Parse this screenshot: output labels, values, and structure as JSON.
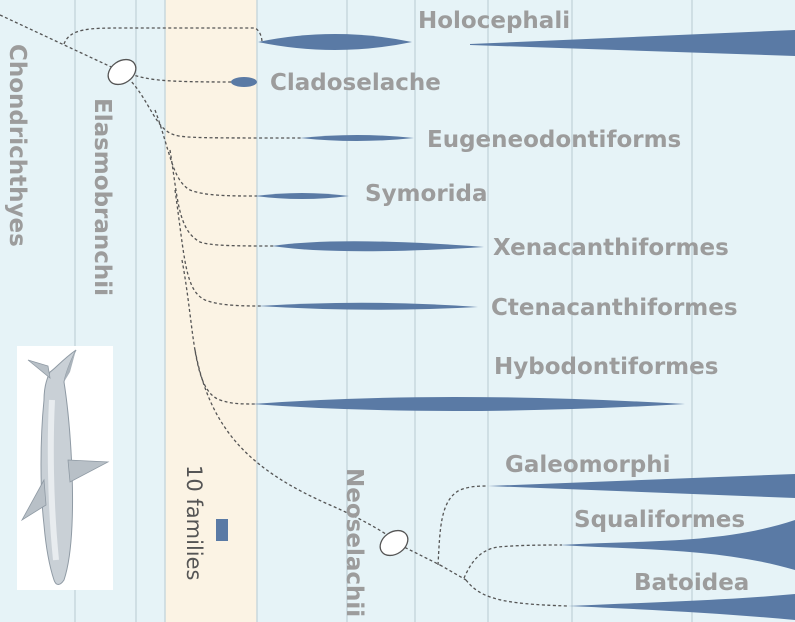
{
  "clades": {
    "root": "Chondrichthyes",
    "elasmo": "Elasmobranchii",
    "neo": "Neoselachii"
  },
  "taxa": {
    "holocephali": "Holocephali",
    "cladoselache": "Cladoselache",
    "eugeneo": "Eugeneodontiforms",
    "symorida": "Symorida",
    "xenacanth": "Xenacanthiformes",
    "ctenacanth": "Ctenacanthiformes",
    "hybodont": "Hybodontiformes",
    "galeomorphi": "Galeomorphi",
    "squaliformes": "Squaliformes",
    "batoidea": "Batoidea"
  },
  "legend": {
    "scale_label": "10 families"
  },
  "colors": {
    "background": "#e6f3f7",
    "highlight_band": "#fbf3e4",
    "spindle": "#5a7aa5",
    "label": "#9c9c9c"
  },
  "icons": {
    "shark": "shark-illustration"
  }
}
